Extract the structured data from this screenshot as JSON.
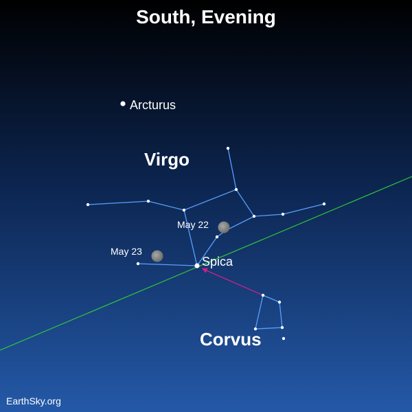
{
  "title": "South, Evening",
  "credit": "EarthSky.org",
  "colors": {
    "sky_top": "#000000",
    "sky_bottom": "#2459a8",
    "constellation_lines": "#5aa0ff",
    "ecliptic": "#2fc93a",
    "motion_arrow": "#d0208a",
    "moon": "#8a8a8a",
    "text": "#ffffff"
  },
  "stars": {
    "arcturus": "Arcturus",
    "spica": "Spica"
  },
  "constellations": {
    "virgo": "Virgo",
    "corvus": "Corvus"
  },
  "moons": [
    {
      "date": "May 22"
    },
    {
      "date": "May 23"
    }
  ]
}
